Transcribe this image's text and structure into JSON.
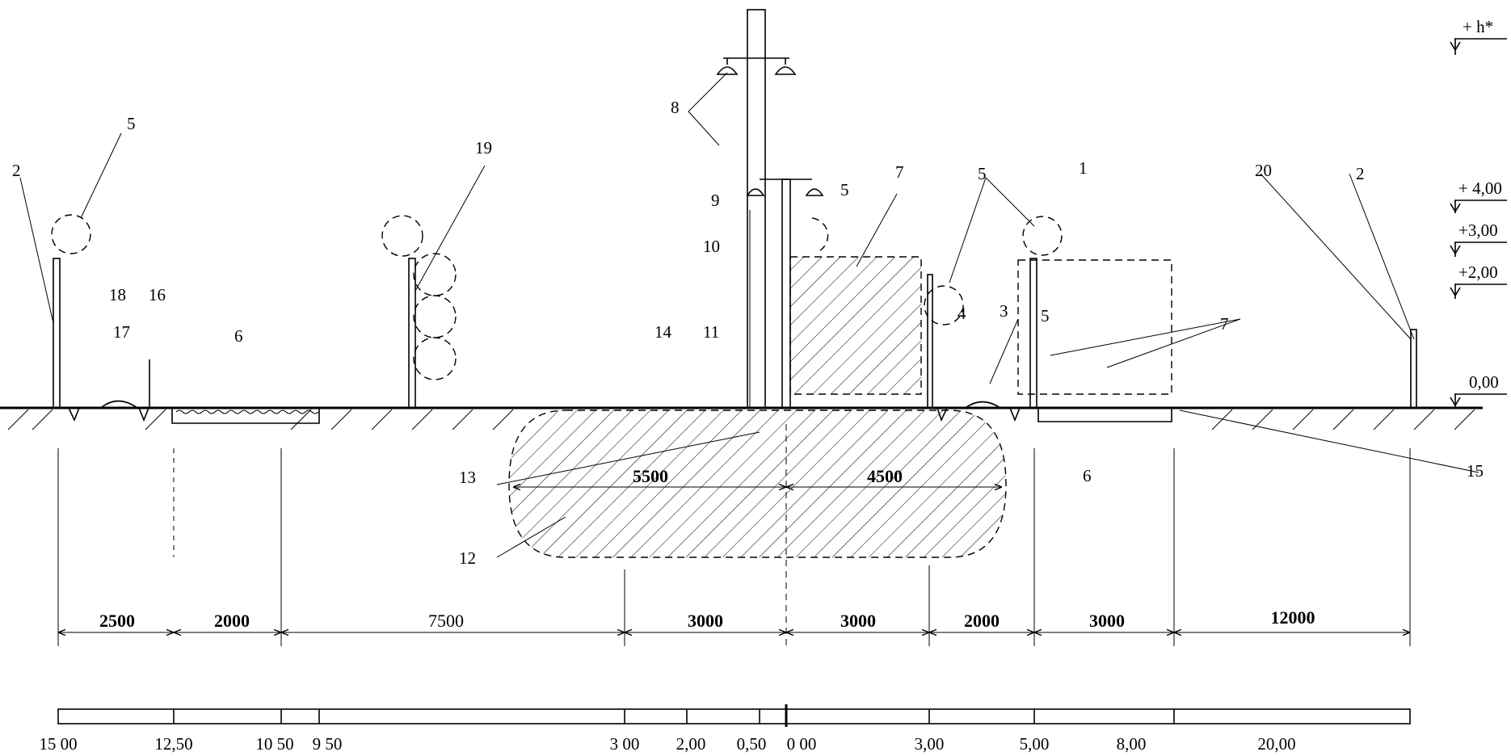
{
  "callouts": [
    "1",
    "2",
    "2",
    "3",
    "4",
    "5",
    "5",
    "5",
    "5",
    "6",
    "6",
    "7",
    "7",
    "8",
    "9",
    "10",
    "11",
    "12",
    "13",
    "14",
    "15",
    "16",
    "17",
    "18",
    "19",
    "20"
  ],
  "elevations": [
    "+ h*",
    "+ 4,00",
    "+3,00",
    "+2,00",
    "0,00"
  ],
  "dimensions": [
    "2500",
    "2000",
    "7500",
    "3000",
    "3000",
    "2000",
    "3000",
    "12000"
  ],
  "inner_dimensions": [
    "5500",
    "4500"
  ],
  "scale_labels": [
    "15 00",
    "12,50",
    "10 50",
    "9 50",
    "3 00",
    "2,00",
    "0,50",
    "0 00",
    "3,00",
    "5,00",
    "8,00",
    "20,00"
  ]
}
